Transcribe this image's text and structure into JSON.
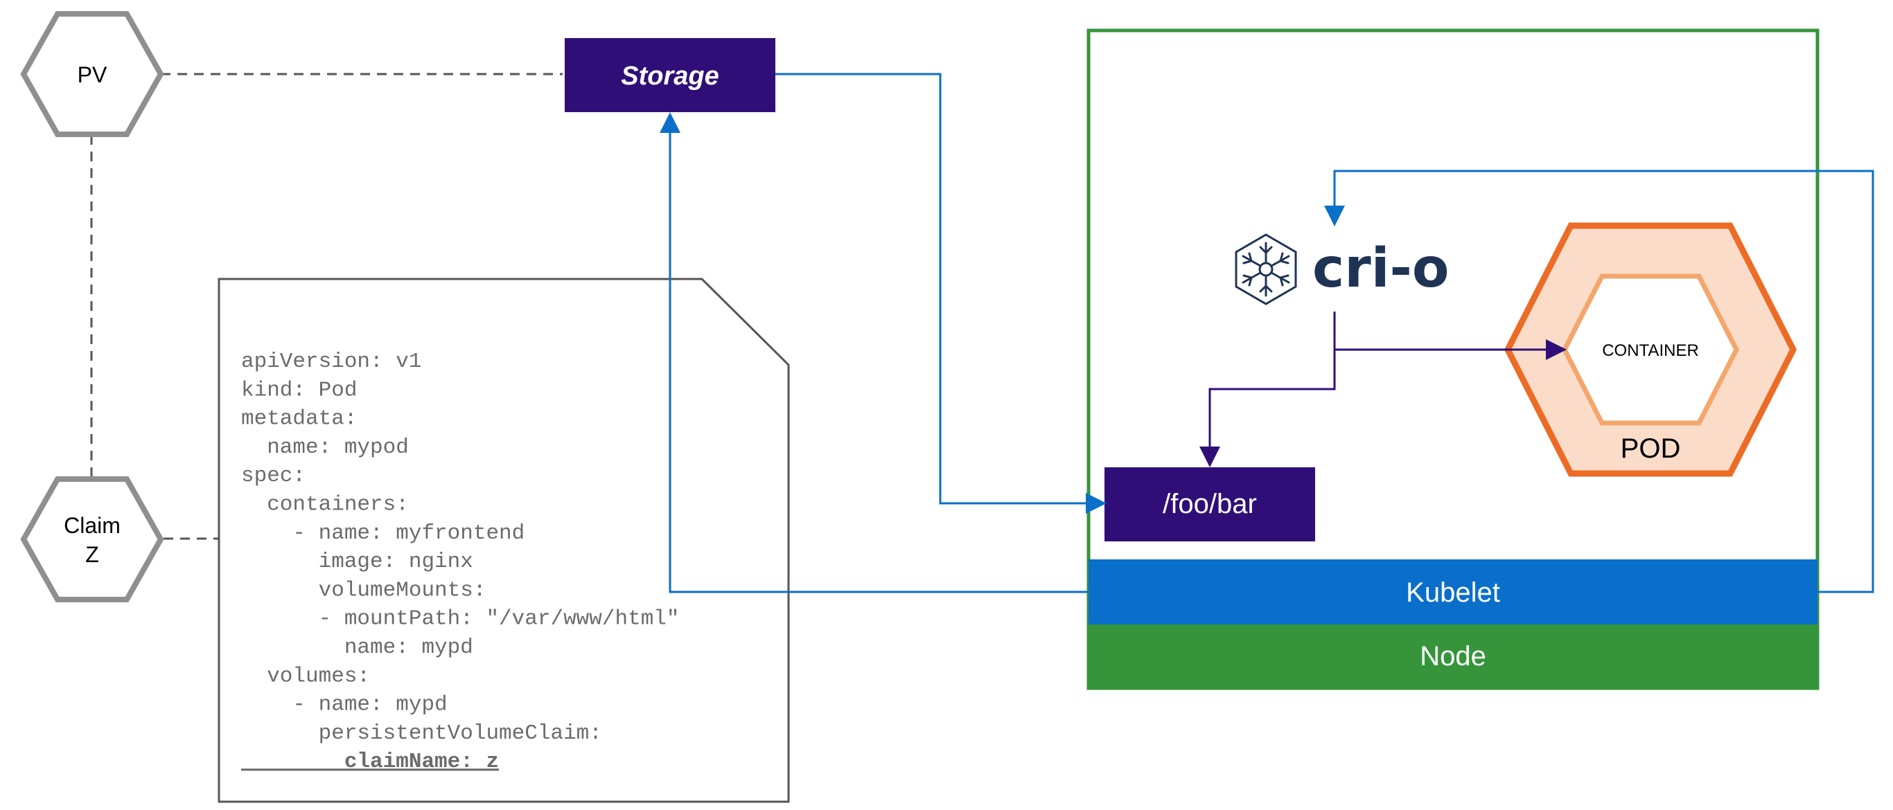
{
  "nodes": {
    "pv": {
      "label": "PV"
    },
    "claim": {
      "line1": "Claim",
      "line2": "Z"
    },
    "storage": {
      "label": "Storage"
    },
    "foo_bar": {
      "label": "/foo/bar"
    },
    "kubelet": {
      "label": "Kubelet"
    },
    "node": {
      "label": "Node"
    },
    "container": {
      "label": "CONTAINER"
    },
    "pod": {
      "label": "POD"
    },
    "crio": {
      "label": "cri-o"
    }
  },
  "yaml_lines": [
    "apiVersion: v1",
    "kind: Pod",
    "metadata:",
    "  name: mypod",
    "spec:",
    "  containers:",
    "    - name: myfrontend",
    "      image: nginx",
    "      volumeMounts:",
    "      - mountPath: \"/var/www/html\"",
    "        name: mypd",
    "  volumes:",
    "    - name: mypd",
    "      persistentVolumeClaim:",
    "        claimName: z"
  ],
  "colors": {
    "hex_gray": "#8f8f8f",
    "purple": "#2f0f77",
    "blue": "#0a6fca",
    "green": "#36953b",
    "orange": "#ec6b25",
    "orange_light": "#f4a66d",
    "pod_fill": "#fadcc8",
    "crio_navy": "#1f3454"
  }
}
